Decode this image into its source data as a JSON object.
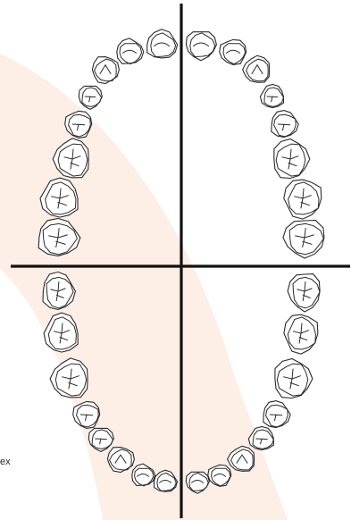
{
  "diagram": {
    "caption_fragment": "ex",
    "band_color": "#fdeee6",
    "axis_color": "#111111",
    "outline_color": "#2a2a2a",
    "upper_arch": {
      "right_side": [
        "central-incisor",
        "lateral-incisor",
        "canine",
        "first-premolar",
        "second-premolar",
        "first-molar",
        "second-molar",
        "third-molar"
      ],
      "left_side": [
        "central-incisor",
        "lateral-incisor",
        "canine",
        "first-premolar",
        "second-premolar",
        "first-molar",
        "second-molar",
        "third-molar"
      ]
    },
    "lower_arch": {
      "right_side": [
        "central-incisor",
        "lateral-incisor",
        "canine",
        "first-premolar",
        "second-premolar",
        "first-molar",
        "second-molar",
        "third-molar"
      ],
      "left_side": [
        "central-incisor",
        "lateral-incisor",
        "canine",
        "first-premolar",
        "second-premolar",
        "first-molar",
        "second-molar",
        "third-molar"
      ]
    }
  }
}
